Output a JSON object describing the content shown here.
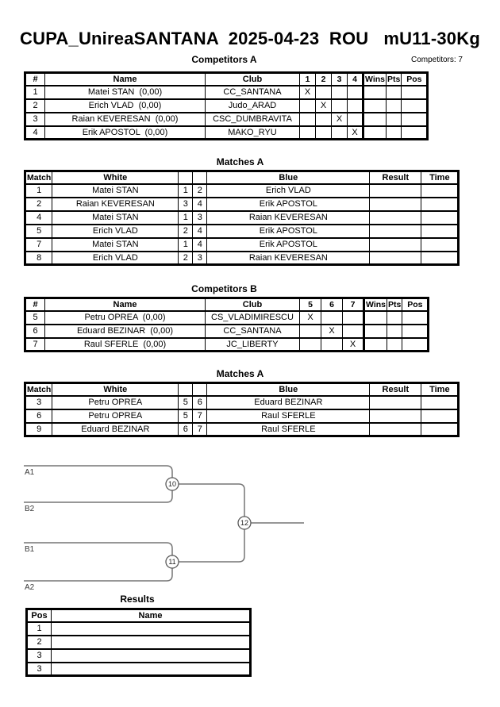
{
  "page": {
    "title": "CUPA_UnireaSANTANA  2025-04-23  ROU   mU11-30Kg",
    "competitors_count_label": "Competitors: 7",
    "colors": {
      "table_border": "#000000",
      "bracket_line": "#757575",
      "background": "#ffffff"
    }
  },
  "competitors_a": {
    "title": "Competitors A",
    "headers": {
      "num": "#",
      "name": "Name",
      "club": "Club",
      "c1": "1",
      "c2": "2",
      "c3": "3",
      "c4": "4",
      "wins": "Wins",
      "pts": "Pts",
      "pos": "Pos"
    },
    "rows": [
      {
        "num": "1",
        "name": "Matei STAN  (0,00)",
        "club": "CC_SANTANA",
        "marks": [
          "X",
          "",
          "",
          ""
        ],
        "wins": "",
        "pts": "",
        "pos": ""
      },
      {
        "num": "2",
        "name": "Erich VLAD  (0,00)",
        "club": "Judo_ARAD",
        "marks": [
          "",
          "X",
          "",
          ""
        ],
        "wins": "",
        "pts": "",
        "pos": ""
      },
      {
        "num": "3",
        "name": "Raian KEVERESAN  (0,00)",
        "club": "CSC_DUMBRAVITA",
        "marks": [
          "",
          "",
          "X",
          ""
        ],
        "wins": "",
        "pts": "",
        "pos": ""
      },
      {
        "num": "4",
        "name": "Erik APOSTOL  (0,00)",
        "club": "MAKO_RYU",
        "marks": [
          "",
          "",
          "",
          "X"
        ],
        "wins": "",
        "pts": "",
        "pos": ""
      }
    ]
  },
  "matches_a1": {
    "title": "Matches A",
    "headers": {
      "match": "Match",
      "white": "White",
      "blue": "Blue",
      "result": "Result",
      "time": "Time"
    },
    "rows": [
      {
        "match": "1",
        "white": "Matei STAN",
        "wn": "1",
        "bn": "2",
        "blue": "Erich VLAD",
        "result": "",
        "time": ""
      },
      {
        "match": "2",
        "white": "Raian KEVERESAN",
        "wn": "3",
        "bn": "4",
        "blue": "Erik APOSTOL",
        "result": "",
        "time": ""
      },
      {
        "match": "4",
        "white": "Matei STAN",
        "wn": "1",
        "bn": "3",
        "blue": "Raian KEVERESAN",
        "result": "",
        "time": ""
      },
      {
        "match": "5",
        "white": "Erich VLAD",
        "wn": "2",
        "bn": "4",
        "blue": "Erik APOSTOL",
        "result": "",
        "time": ""
      },
      {
        "match": "7",
        "white": "Matei STAN",
        "wn": "1",
        "bn": "4",
        "blue": "Erik APOSTOL",
        "result": "",
        "time": ""
      },
      {
        "match": "8",
        "white": "Erich VLAD",
        "wn": "2",
        "bn": "3",
        "blue": "Raian KEVERESAN",
        "result": "",
        "time": ""
      }
    ]
  },
  "competitors_b": {
    "title": "Competitors B",
    "headers": {
      "num": "#",
      "name": "Name",
      "club": "Club",
      "c1": "5",
      "c2": "6",
      "c3": "7",
      "wins": "Wins",
      "pts": "Pts",
      "pos": "Pos"
    },
    "rows": [
      {
        "num": "5",
        "name": "Petru OPREA  (0,00)",
        "club": "CS_VLADIMIRESCU",
        "marks": [
          "X",
          "",
          ""
        ],
        "wins": "",
        "pts": "",
        "pos": ""
      },
      {
        "num": "6",
        "name": "Eduard BEZINAR  (0,00)",
        "club": "CC_SANTANA",
        "marks": [
          "",
          "X",
          ""
        ],
        "wins": "",
        "pts": "",
        "pos": ""
      },
      {
        "num": "7",
        "name": "Raul SFERLE  (0,00)",
        "club": "JC_LIBERTY",
        "marks": [
          "",
          "",
          "X"
        ],
        "wins": "",
        "pts": "",
        "pos": ""
      }
    ]
  },
  "matches_a2": {
    "title": "Matches A",
    "headers": {
      "match": "Match",
      "white": "White",
      "blue": "Blue",
      "result": "Result",
      "time": "Time"
    },
    "rows": [
      {
        "match": "3",
        "white": "Petru OPREA",
        "wn": "5",
        "bn": "6",
        "blue": "Eduard BEZINAR",
        "result": "",
        "time": ""
      },
      {
        "match": "6",
        "white": "Petru OPREA",
        "wn": "5",
        "bn": "7",
        "blue": "Raul SFERLE",
        "result": "",
        "time": ""
      },
      {
        "match": "9",
        "white": "Eduard BEZINAR",
        "wn": "6",
        "bn": "7",
        "blue": "Raul SFERLE",
        "result": "",
        "time": ""
      }
    ]
  },
  "bracket": {
    "labels": {
      "slot1": "A1",
      "slot2": "B2",
      "slot3": "B1",
      "slot4": "A2"
    },
    "match_numbers": {
      "semi_top": "10",
      "semi_bottom": "11",
      "final": "12"
    }
  },
  "results": {
    "title": "Results",
    "headers": {
      "pos": "Pos",
      "name": "Name"
    },
    "rows": [
      {
        "pos": "1",
        "name": ""
      },
      {
        "pos": "2",
        "name": ""
      },
      {
        "pos": "3",
        "name": ""
      },
      {
        "pos": "3",
        "name": ""
      }
    ]
  }
}
